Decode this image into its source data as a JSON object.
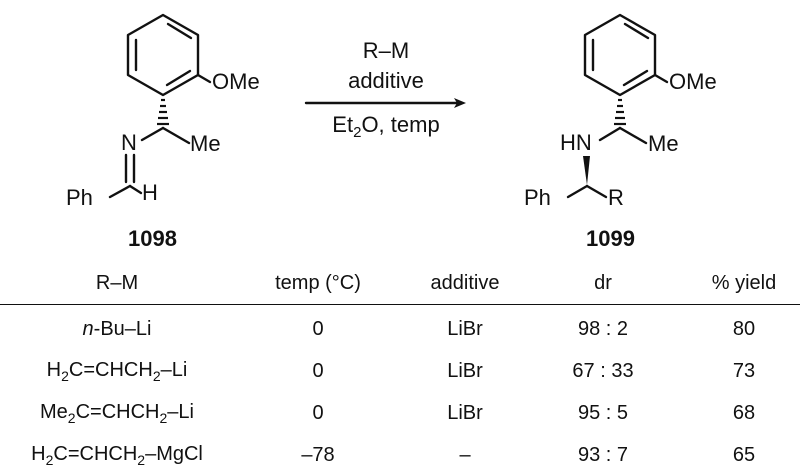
{
  "scheme": {
    "substituent_ome": "OMe",
    "methyl": "Me",
    "imine_n": "N",
    "imine_h": "H",
    "phenyl": "Ph",
    "amine_hn": "HN",
    "r_group": "R",
    "start_id": "1098",
    "product_id": "1099",
    "reagent_line1": "R–M",
    "reagent_line2": "additive",
    "conditions_et": "Et",
    "conditions_sub": "2",
    "conditions_rest": "O, temp"
  },
  "table": {
    "headers": [
      "R–M",
      "temp (°C)",
      "additive",
      "dr",
      "% yield"
    ],
    "rows": [
      {
        "rm_italic": "n",
        "rm_parts": [
          "-Bu–Li"
        ],
        "temp": "0",
        "additive": "LiBr",
        "dr": "98 : 2",
        "yield": "80"
      },
      {
        "rm_italic": "",
        "rm_parts": [
          "H",
          "2",
          "C=CHCH",
          "2",
          "–Li"
        ],
        "temp": "0",
        "additive": "LiBr",
        "dr": "67 : 33",
        "yield": "73"
      },
      {
        "rm_italic": "",
        "rm_parts": [
          "Me",
          "2",
          "C=CHCH",
          "2",
          "–Li"
        ],
        "temp": "0",
        "additive": "LiBr",
        "dr": "95 : 5",
        "yield": "68"
      },
      {
        "rm_italic": "",
        "rm_parts": [
          "H",
          "2",
          "C=CHCH",
          "2",
          "–MgCl"
        ],
        "temp": "–78",
        "additive": "–",
        "dr": "93 : 7",
        "yield": "65"
      }
    ]
  }
}
